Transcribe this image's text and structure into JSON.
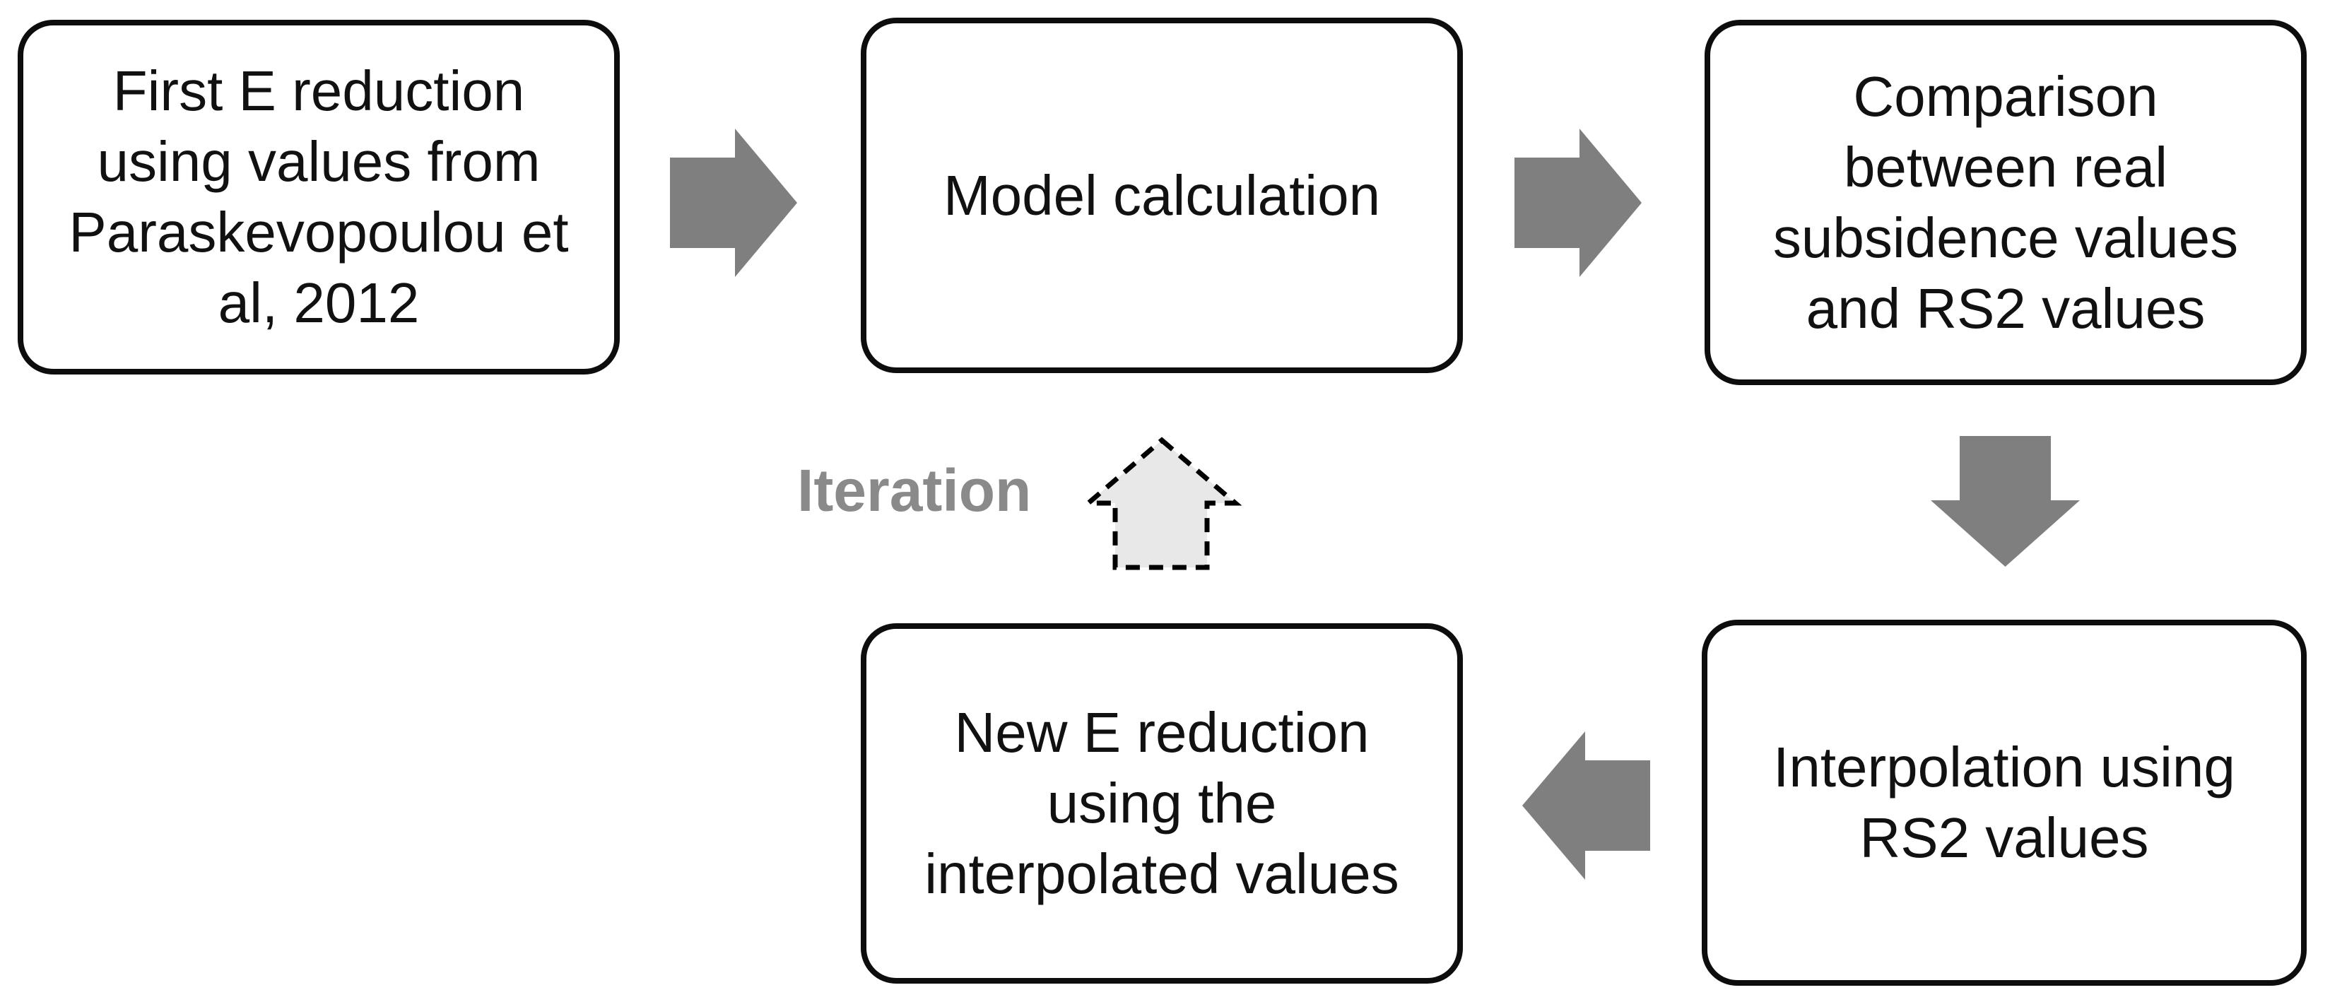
{
  "diagram": {
    "type": "flowchart",
    "nodes": [
      {
        "id": "first-e-reduction",
        "label": "First E reduction\nusing values from\nParaskevopoulou et\nal, 2012"
      },
      {
        "id": "model-calculation",
        "label": "Model calculation"
      },
      {
        "id": "comparison",
        "label": "Comparison\nbetween real\nsubsidence values\nand RS2 values"
      },
      {
        "id": "interpolation",
        "label": "Interpolation using\nRS2 values"
      },
      {
        "id": "new-e-reduction",
        "label": "New E reduction\nusing the\ninterpolated values"
      }
    ],
    "edges": [
      {
        "from": "first-e-reduction",
        "to": "model-calculation",
        "direction": "right",
        "style": "solid",
        "label": ""
      },
      {
        "from": "model-calculation",
        "to": "comparison",
        "direction": "right",
        "style": "solid",
        "label": ""
      },
      {
        "from": "comparison",
        "to": "interpolation",
        "direction": "down",
        "style": "solid",
        "label": ""
      },
      {
        "from": "interpolation",
        "to": "new-e-reduction",
        "direction": "left",
        "style": "solid",
        "label": ""
      },
      {
        "from": "new-e-reduction",
        "to": "model-calculation",
        "direction": "up",
        "style": "dashed",
        "label": "Iteration"
      }
    ],
    "colors": {
      "background": "#ffffff",
      "node_fill": "#ffffff",
      "node_border": "#0d0d0d",
      "node_text": "#111111",
      "arrow_solid": "#7f7f7f",
      "arrow_dashed_fill": "#e8e8e8",
      "arrow_dashed_border": "#000000",
      "iteration_label": "#8a8a8a"
    }
  }
}
